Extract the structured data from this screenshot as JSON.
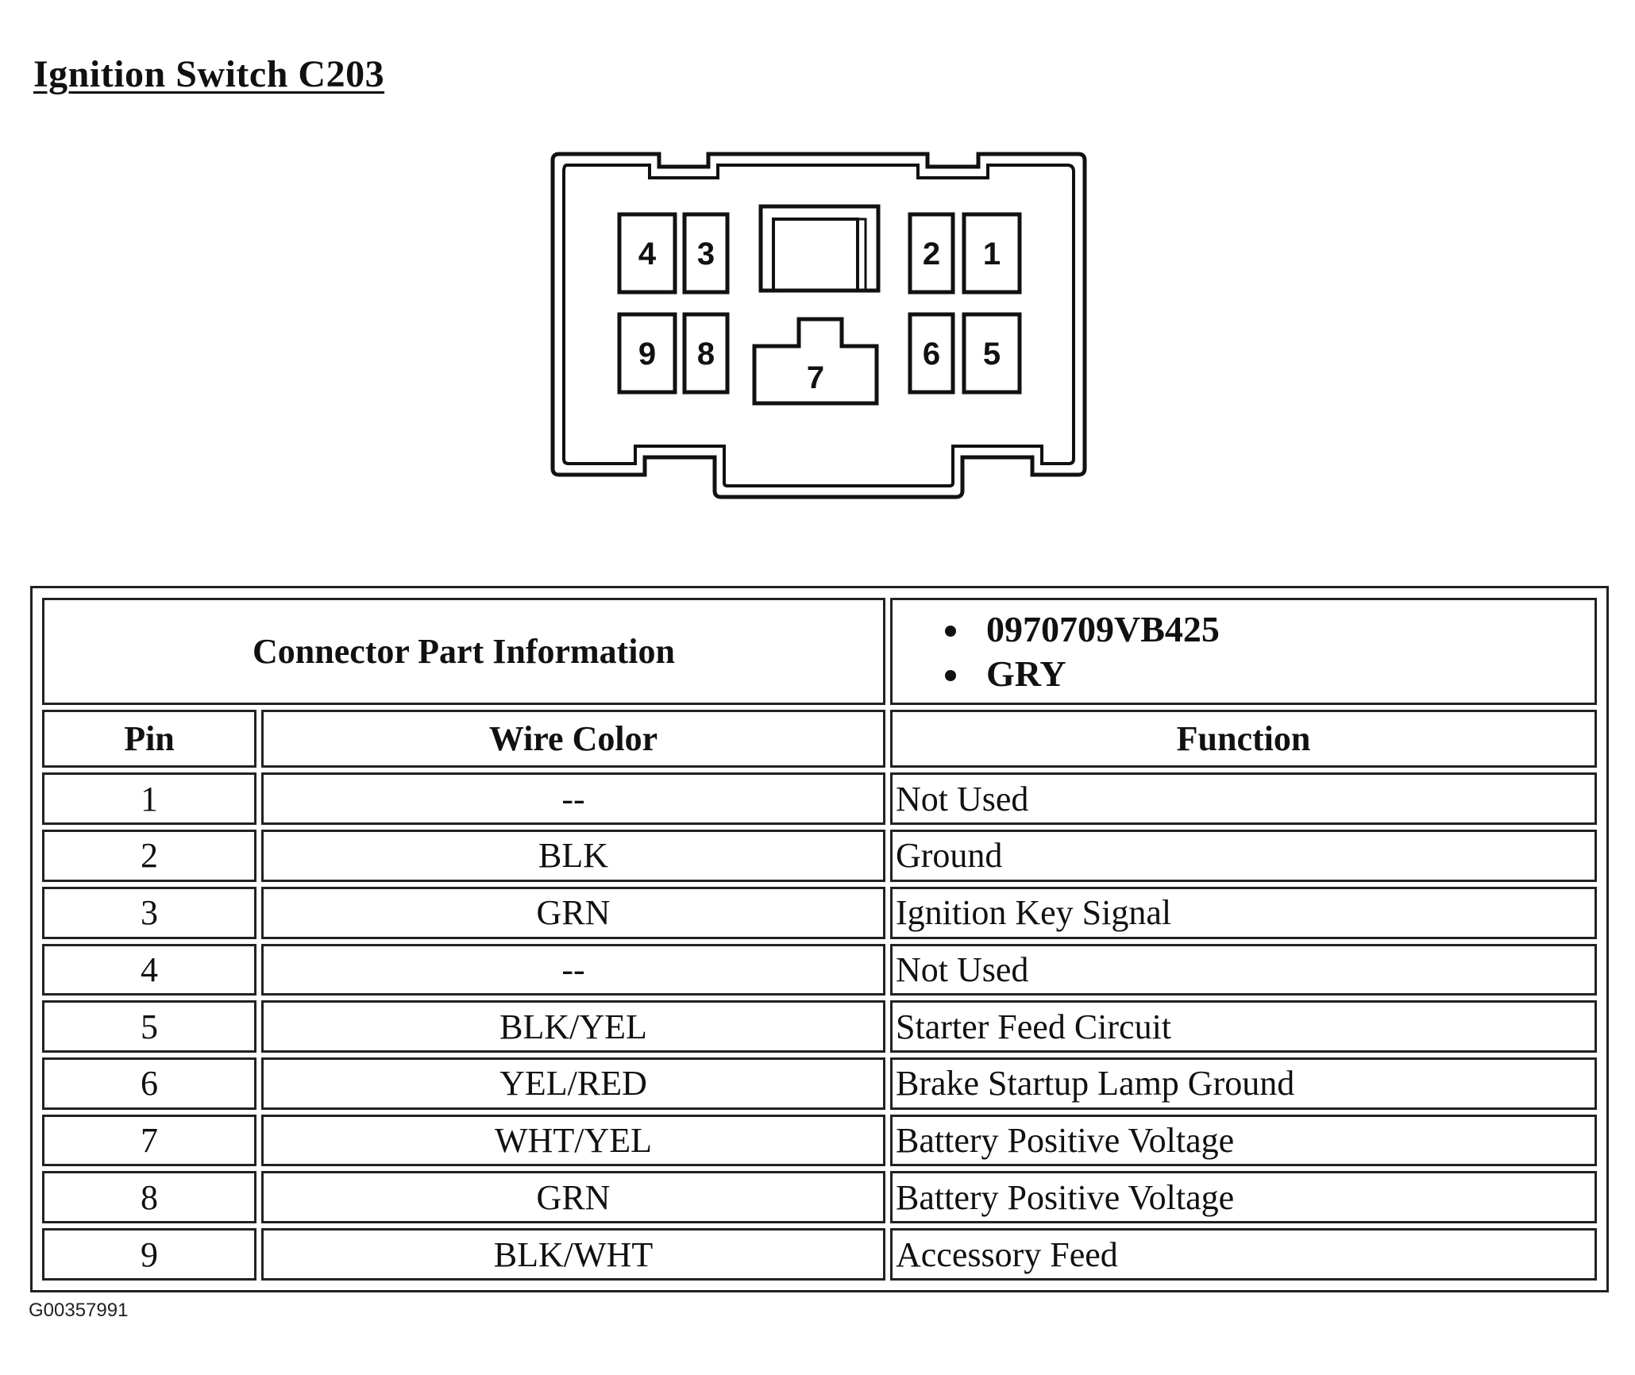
{
  "title": "Ignition Switch C203",
  "connector": {
    "pins": [
      "4",
      "3",
      "2",
      "1",
      "9",
      "8",
      "7",
      "6",
      "5"
    ]
  },
  "table": {
    "part_info_label": "Connector Part Information",
    "part_info_items": [
      "0970709VB425",
      "GRY"
    ],
    "headers": {
      "pin": "Pin",
      "wire_color": "Wire Color",
      "function": "Function"
    },
    "rows": [
      {
        "pin": "1",
        "wire_color": "--",
        "function": "Not Used"
      },
      {
        "pin": "2",
        "wire_color": "BLK",
        "function": "Ground"
      },
      {
        "pin": "3",
        "wire_color": "GRN",
        "function": "Ignition Key Signal"
      },
      {
        "pin": "4",
        "wire_color": "--",
        "function": "Not Used"
      },
      {
        "pin": "5",
        "wire_color": "BLK/YEL",
        "function": "Starter Feed Circuit"
      },
      {
        "pin": "6",
        "wire_color": "YEL/RED",
        "function": "Brake Startup Lamp Ground"
      },
      {
        "pin": "7",
        "wire_color": "WHT/YEL",
        "function": "Battery Positive Voltage"
      },
      {
        "pin": "8",
        "wire_color": "GRN",
        "function": "Battery Positive Voltage"
      },
      {
        "pin": "9",
        "wire_color": "BLK/WHT",
        "function": "Accessory Feed"
      }
    ]
  },
  "figure_id": "G00357991"
}
